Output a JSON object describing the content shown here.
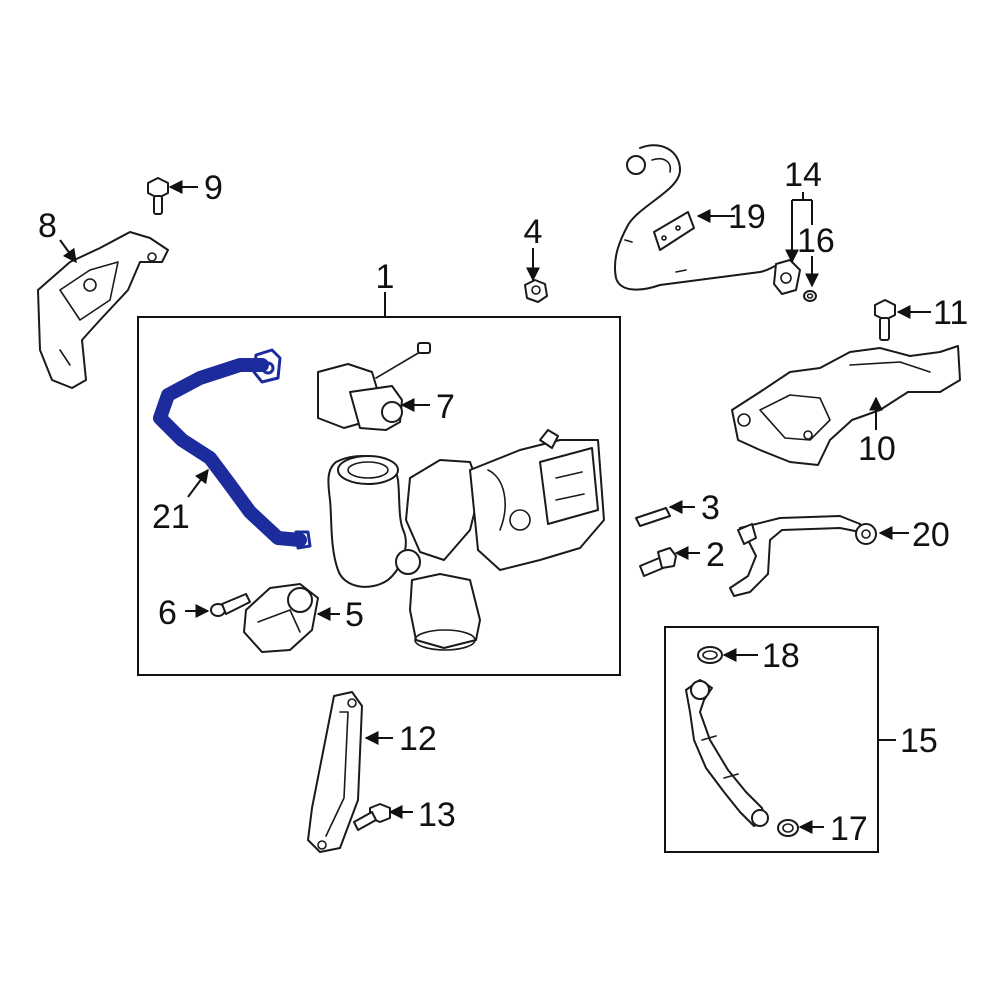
{
  "diagram": {
    "highlight_color": "#1f33a6",
    "callouts": {
      "c1": "1",
      "c2": "2",
      "c3": "3",
      "c4": "4",
      "c5": "5",
      "c6": "6",
      "c7": "7",
      "c8": "8",
      "c9": "9",
      "c10": "10",
      "c11": "11",
      "c12": "12",
      "c13": "13",
      "c14": "14",
      "c15": "15",
      "c16": "16",
      "c17": "17",
      "c18": "18",
      "c19": "19",
      "c20": "20",
      "c21": "21"
    }
  }
}
